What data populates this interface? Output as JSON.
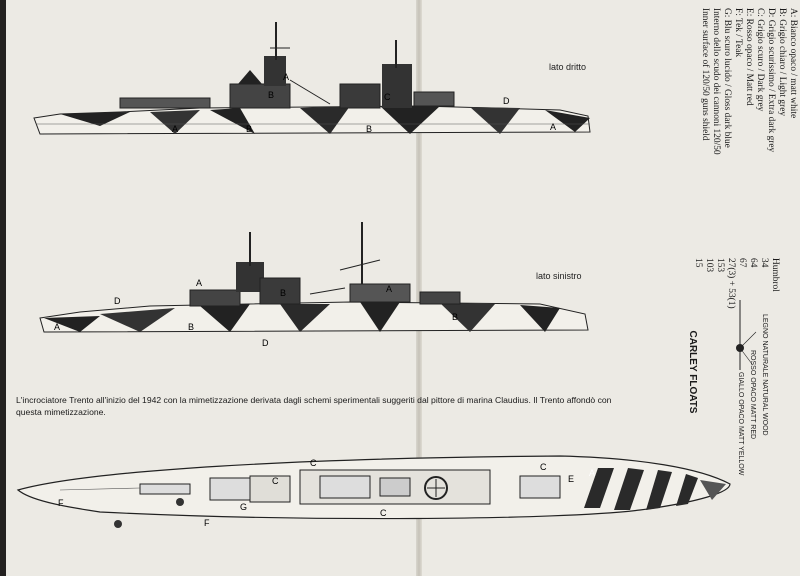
{
  "legend": {
    "items": [
      "A: Bianco opaco / matt white",
      "B: Grigio chiaro / Light grey",
      "D: Grigio scurissimo / Extra dark grey",
      "C: Grigio scuro / Dark grey",
      "E: Rosso opaco / Matt red",
      "F: Tek / Teak",
      "G: Blu scuro lucido / Gloss dark blue",
      "Interno dello scudo dei cannoni 120/50",
      "Inner surface of 120/50 guns shield"
    ],
    "humbrol_title": "Humbrol",
    "humbrol_values": [
      "34",
      "64",
      "67",
      "27(3) + 53(1)",
      "153",
      "103",
      "15"
    ]
  },
  "views": {
    "starboard_label": "lato dritto",
    "port_label": "lato sinistro"
  },
  "caption": "L'incrociatore Trento all'inizio del 1942 con la mimetizzazione derivata dagli schemi sperimentali suggeriti dal pittore di marina Claudius. Il Trento affondò con questa mimetizzazione.",
  "carley": {
    "title": "CARLEY FLOATS",
    "labels": [
      "LEGNO NATURALE NATURAL WOOD",
      "ROSSO OPACO MATT RED",
      "GIALLO OPACO MATT YELLOW"
    ]
  },
  "letters": {
    "A": "A",
    "B": "B",
    "C": "C",
    "D": "D",
    "E": "E",
    "F": "F",
    "G": "G"
  },
  "colors": {
    "paper": "#eceae4",
    "ink": "#1c1c1c",
    "dark_grey": "#3a3a3a",
    "light_grey": "#a8a8a8"
  }
}
